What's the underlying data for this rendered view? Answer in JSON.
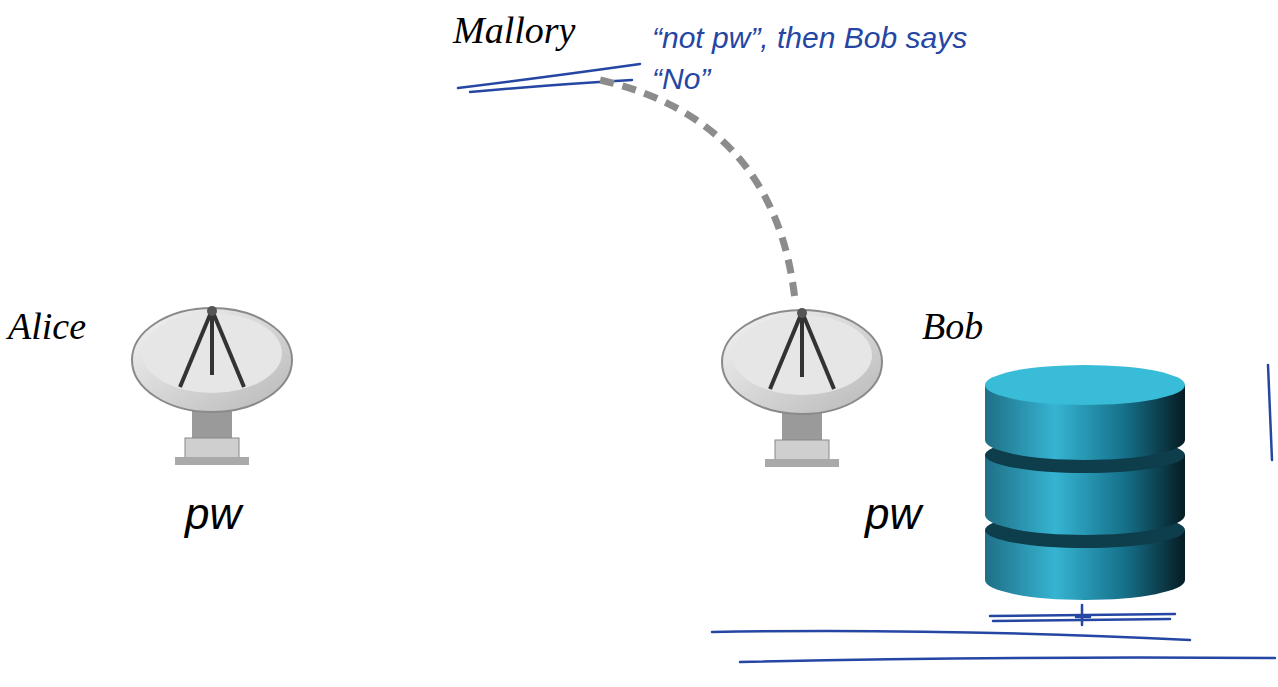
{
  "diagram": {
    "nodes": [
      {
        "text": [
          "Mallory"
        ]
      },
      {
        "text": [
          "Alice",
          "pw"
        ]
      },
      {
        "text": [
          "Bob",
          "pw"
        ]
      }
    ],
    "edges": [
      {
        "from": 0,
        "to": 2,
        "arrow": "none"
      }
    ],
    "labels": [
      "“not pw”, then Bob says “No”"
    ]
  }
}
